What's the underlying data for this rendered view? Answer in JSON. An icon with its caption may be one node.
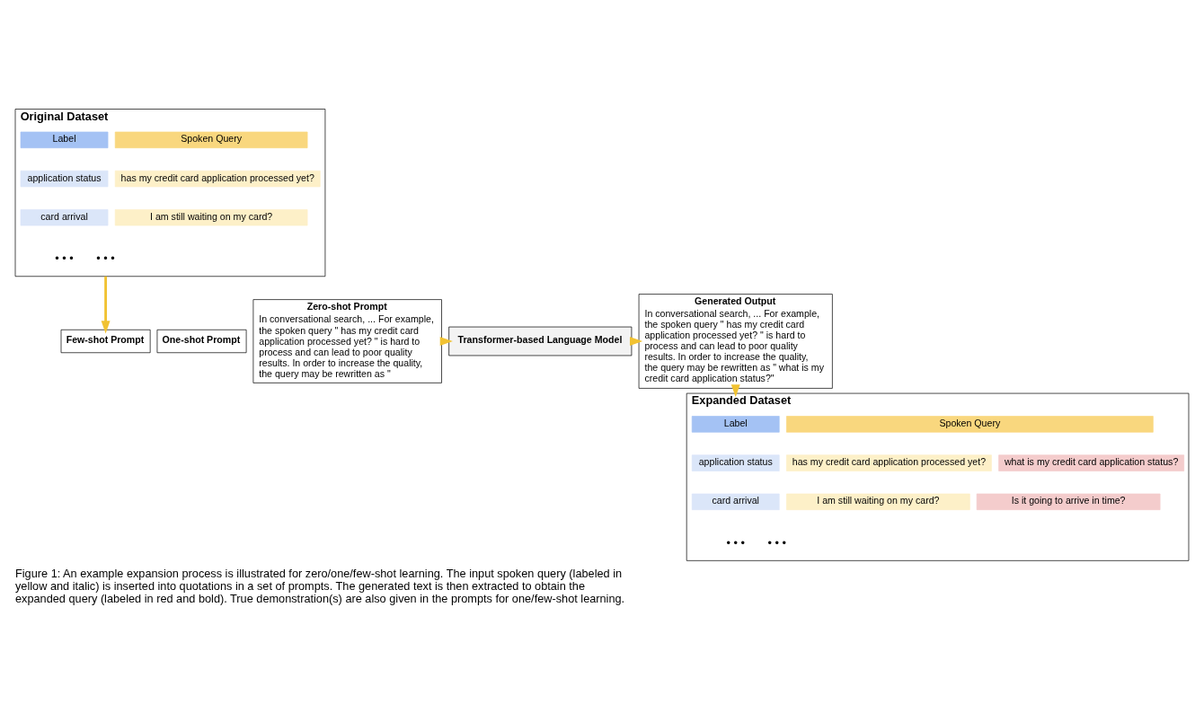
{
  "diagram": {
    "caption": "Figure 1: An example expansion process is illustrated for zero/one/few-shot learning. The input spoken query (labeled in yellow and italic) is inserted into quotations in a set of prompts. The generated text is then extracted to obtain the expanded query (labeled in red and bold). True demonstration(s) are also given in the prompts for one/few-shot learning.",
    "nodes": [
      {
        "text": [
          "Original Dataset"
        ]
      },
      {
        "text": [
          "Label"
        ],
        "in": 0
      },
      {
        "text": [
          "Spoken Query"
        ],
        "in": 0
      },
      {
        "text": [
          "application status"
        ],
        "in": 0
      },
      {
        "text": [
          "has my credit card application processed yet?"
        ],
        "in": 0
      },
      {
        "text": [
          "card arrival"
        ],
        "in": 0
      },
      {
        "text": [
          "I am still waiting on my card?"
        ],
        "in": 0
      },
      {
        "text": [
          "• • •"
        ],
        "in": 0
      },
      {
        "text": [
          "• • •"
        ],
        "in": 0
      },
      {
        "text": [
          "Few-shot Prompt"
        ]
      },
      {
        "text": [
          "One-shot Prompt"
        ]
      },
      {
        "text": [
          "Zero-shot Prompt",
          "In conversational search, ... For example, the spoken query \" has my credit card application processed yet? \" is hard to process and can lead to poor quality results. In order to increase the quality, the query may be rewritten as \""
        ]
      },
      {
        "text": [
          "Transformer-based Language Model"
        ]
      },
      {
        "text": [
          "Generated Output",
          "In conversational search, ... For example, the spoken query \" has my credit card application processed yet? \" is hard to process and can lead to poor quality results. In order to increase the quality, the query may be rewritten as \" what is my credit card application status?\""
        ]
      },
      {
        "text": [
          "Expanded Dataset"
        ]
      },
      {
        "text": [
          "Label"
        ],
        "in": 14
      },
      {
        "text": [
          "Spoken Query"
        ],
        "in": 14
      },
      {
        "text": [
          "application status"
        ],
        "in": 14
      },
      {
        "text": [
          "has my credit card application processed yet?"
        ],
        "in": 14
      },
      {
        "text": [
          "what is my credit card application status?"
        ],
        "in": 14
      },
      {
        "text": [
          "card arrival"
        ],
        "in": 14
      },
      {
        "text": [
          "I am still waiting on my card?"
        ],
        "in": 14
      },
      {
        "text": [
          "Is it going to arrive in time?"
        ],
        "in": 14
      },
      {
        "text": [
          "• • •"
        ],
        "in": 14
      },
      {
        "text": [
          "• • •"
        ],
        "in": 14
      }
    ],
    "edges": [
      {
        "from": 0,
        "to": 9,
        "arrow": "to"
      },
      {
        "from": 11,
        "to": 12,
        "arrow": "to"
      },
      {
        "from": 12,
        "to": 13,
        "arrow": "to"
      },
      {
        "from": 13,
        "to": 14,
        "arrow": "to"
      }
    ]
  }
}
